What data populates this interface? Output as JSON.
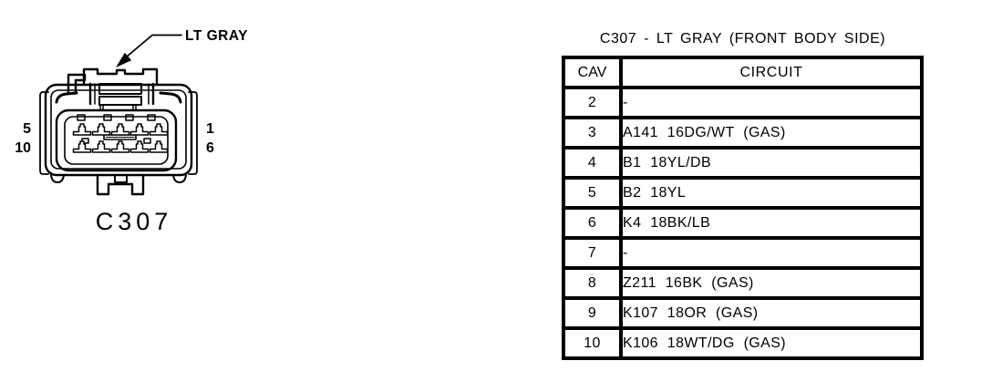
{
  "page": {
    "ink_color": "#000000",
    "paper_color": "#ffffff"
  },
  "connector_figure": {
    "color_callout": "LT GRAY",
    "connector_id": "C307",
    "pins": {
      "left_top": "5",
      "left_bottom": "10",
      "right_top": "1",
      "right_bottom": "6"
    }
  },
  "pinout_table": {
    "title": "C307 - LT GRAY (FRONT BODY SIDE)",
    "headers": {
      "cav": "CAV",
      "circuit": "CIRCUIT"
    },
    "rows": [
      {
        "cav": "2",
        "circuit": "-"
      },
      {
        "cav": "3",
        "circuit": "A141 16DG/WT (GAS)"
      },
      {
        "cav": "4",
        "circuit": "B1 18YL/DB"
      },
      {
        "cav": "5",
        "circuit": "B2 18YL"
      },
      {
        "cav": "6",
        "circuit": "K4 18BK/LB"
      },
      {
        "cav": "7",
        "circuit": "-"
      },
      {
        "cav": "8",
        "circuit": "Z211 16BK (GAS)"
      },
      {
        "cav": "9",
        "circuit": "K107 18OR (GAS)"
      },
      {
        "cav": "10",
        "circuit": "K106 18WT/DG (GAS)"
      }
    ]
  }
}
